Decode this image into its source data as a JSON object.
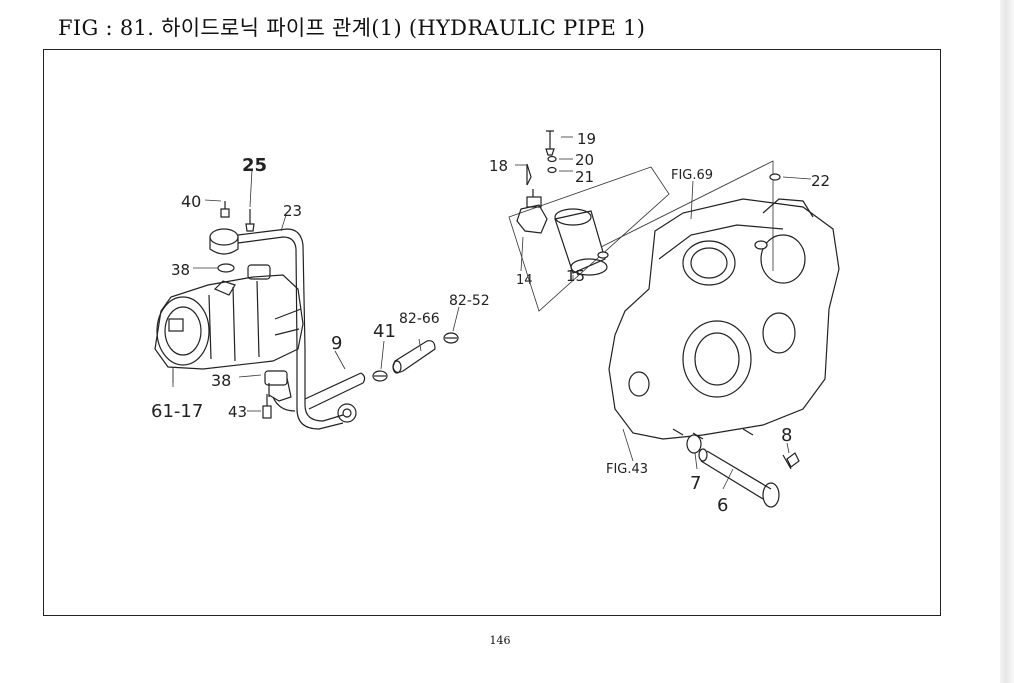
{
  "figure": {
    "title": "FIG : 81. 하이드로닉 파이프 관계(1) (HYDRAULIC PIPE 1)"
  },
  "callouts": {
    "c25": "25",
    "c40": "40",
    "c23": "23",
    "c38a": "38",
    "c38b": "38",
    "c61_17": "61-17",
    "c43": "43",
    "c9": "9",
    "c41": "41",
    "c82_66": "82-66",
    "c82_52": "82-52",
    "c18": "18",
    "c19": "19",
    "c20": "20",
    "c21": "21",
    "c14": "14",
    "c15": "15",
    "fig69": "FIG.69",
    "c22": "22",
    "fig43": "FIG.43",
    "c7": "7",
    "c6": "6",
    "c8": "8"
  },
  "page": {
    "number": "146"
  }
}
